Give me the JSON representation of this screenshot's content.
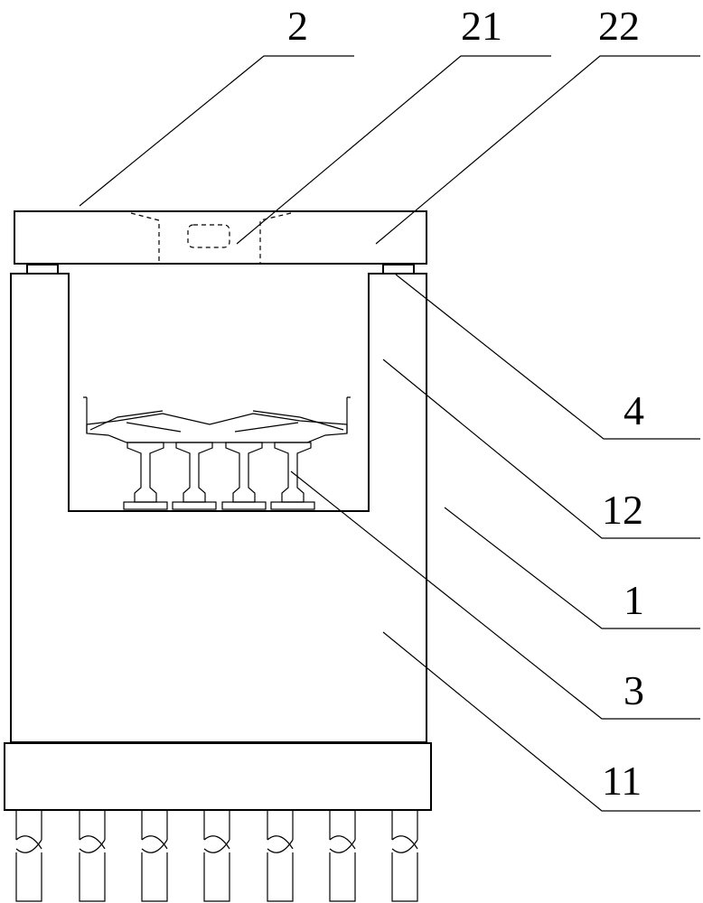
{
  "labels": {
    "top_beam": "2",
    "top_beam_section": "21",
    "top_beam_side": "22",
    "bearing": "4",
    "u_wall": "12",
    "pier": "1",
    "girder": "3",
    "pier_body": "11"
  }
}
